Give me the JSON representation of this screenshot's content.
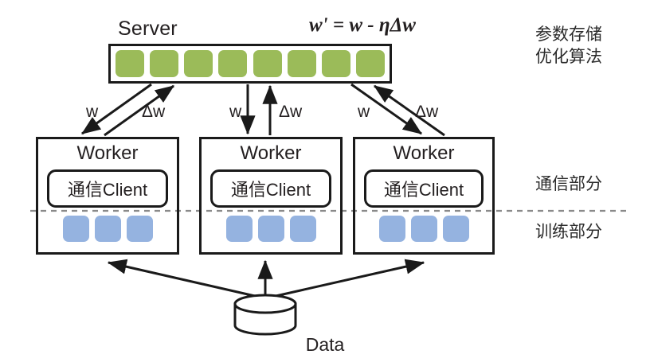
{
  "diagram": {
    "title": "Parameter Server distributed training architecture",
    "colors": {
      "server_cell": "#9bbb59",
      "worker_cell": "#95b3e0",
      "stroke": "#1a1a1a",
      "divider": "#888888"
    }
  },
  "server": {
    "label": "Server",
    "formula": "w' = w - ηΔw",
    "cell_count": 8,
    "cells": [
      "",
      "",
      "",
      "",
      "",
      "",
      "",
      ""
    ]
  },
  "workers": [
    {
      "title": "Worker",
      "client_label": "通信Client",
      "cells": [
        "",
        "",
        ""
      ]
    },
    {
      "title": "Worker",
      "client_label": "通信Client",
      "cells": [
        "",
        "",
        ""
      ]
    },
    {
      "title": "Worker",
      "client_label": "通信Client",
      "cells": [
        "",
        "",
        ""
      ]
    }
  ],
  "edges": [
    {
      "down_label": "w",
      "up_label": "Δw"
    },
    {
      "down_label": "w",
      "up_label": "Δw"
    },
    {
      "down_label": "w",
      "up_label": "Δw"
    }
  ],
  "datastore": {
    "label": "Data"
  },
  "annotations": {
    "server_line1": "参数存储",
    "server_line2": "优化算法",
    "communication": "通信部分",
    "training": "训练部分"
  }
}
